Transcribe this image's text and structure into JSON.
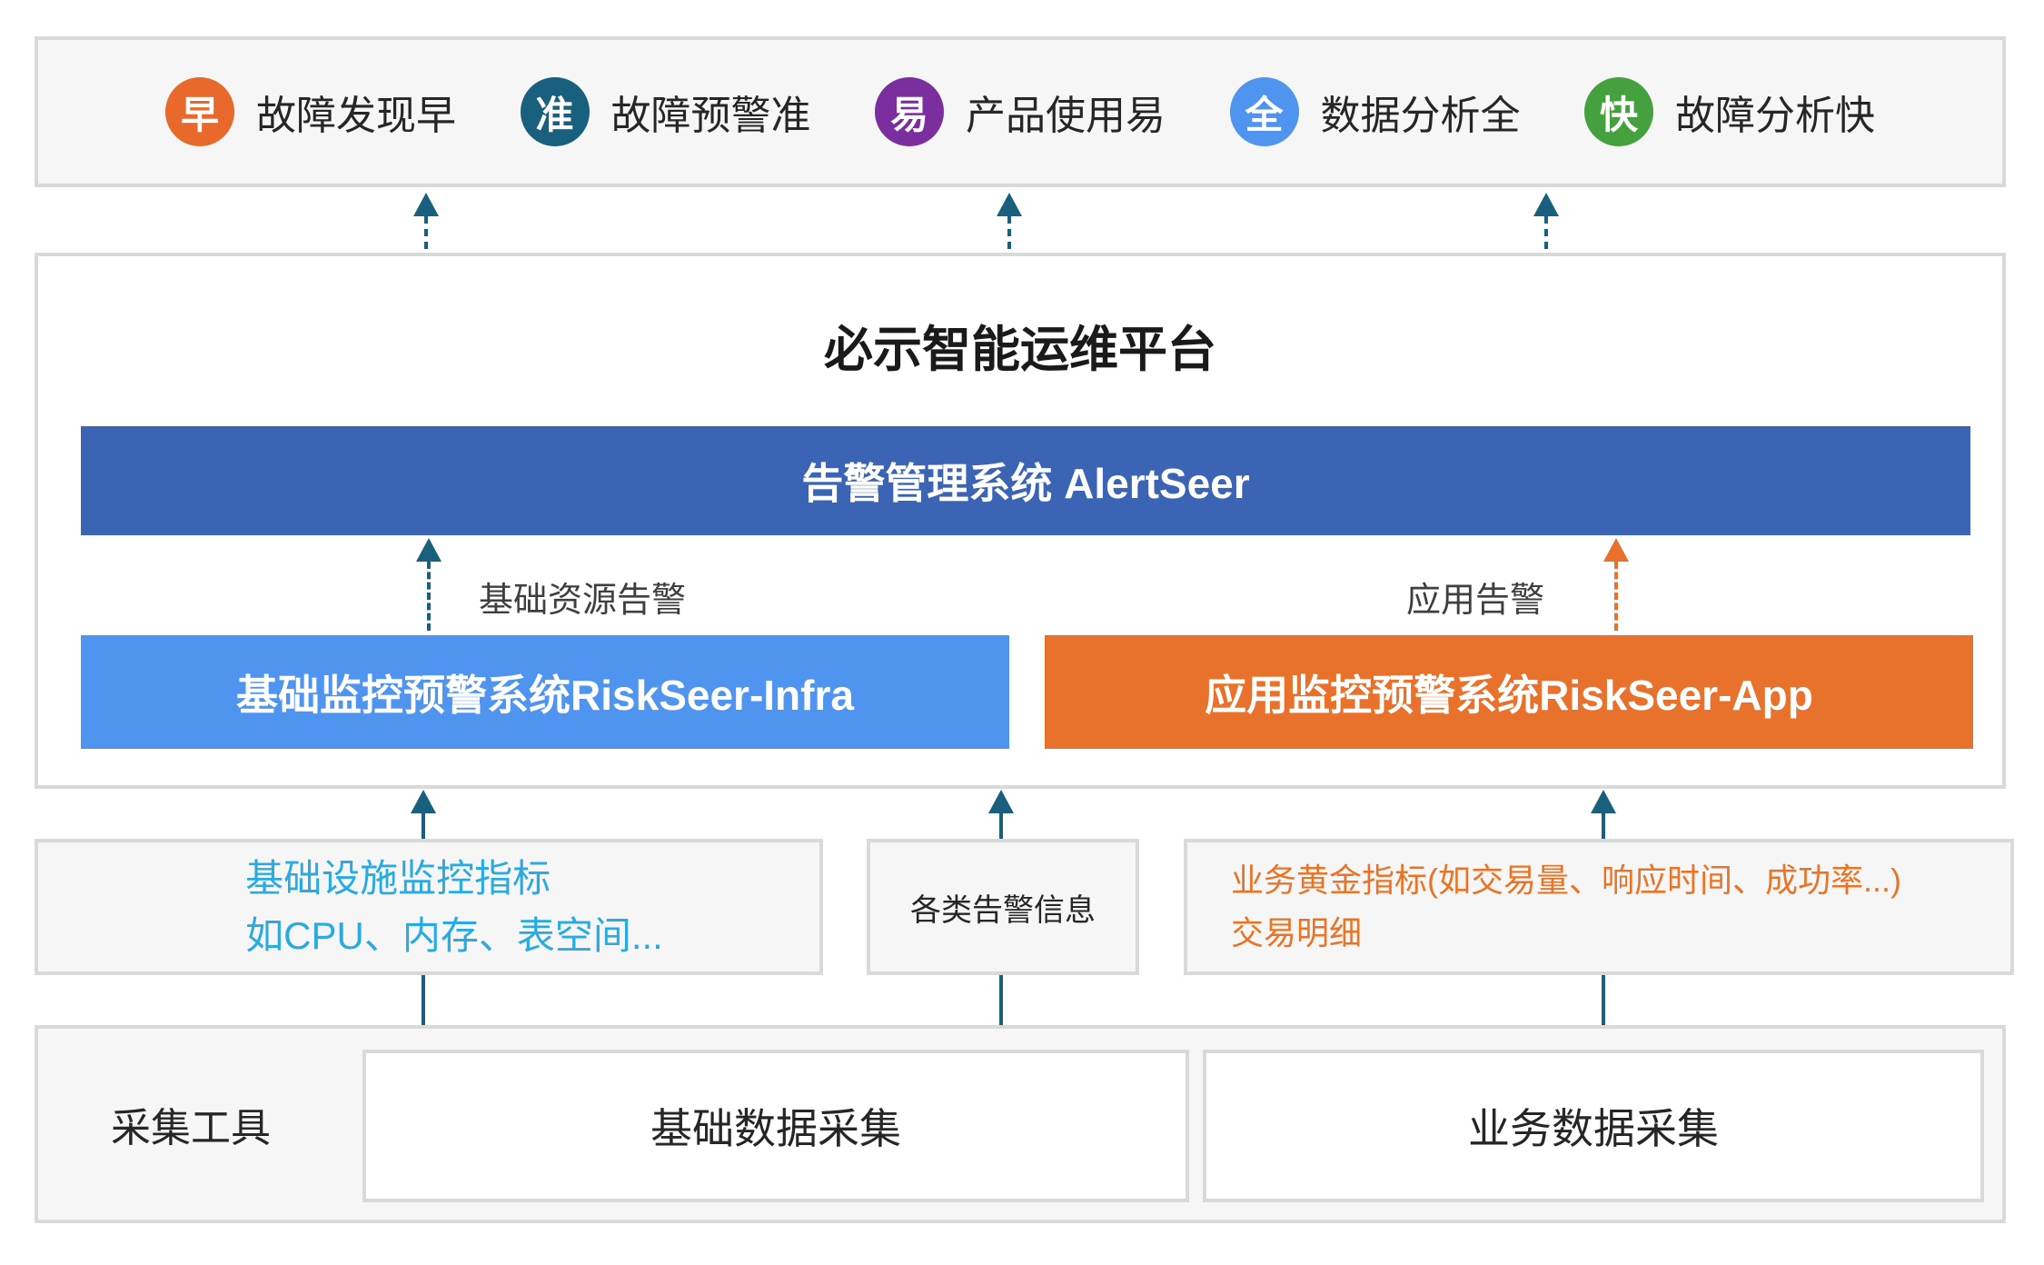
{
  "features": [
    {
      "badge": "早",
      "label": "故障发现早",
      "color": "#e8692b"
    },
    {
      "badge": "准",
      "label": "故障预警准",
      "color": "#19607f"
    },
    {
      "badge": "易",
      "label": "产品使用易",
      "color": "#7b2f9f"
    },
    {
      "badge": "全",
      "label": "数据分析全",
      "color": "#4f95ef"
    },
    {
      "badge": "快",
      "label": "故障分析快",
      "color": "#44a13d"
    }
  ],
  "platform": {
    "title": "必示智能运维平台",
    "alert_system": "告警管理系统 AlertSeer",
    "infra_alert_label": "基础资源告警",
    "app_alert_label": "应用告警",
    "infra_system": "基础监控预警系统RiskSeer-Infra",
    "app_system": "应用监控预警系统RiskSeer-App"
  },
  "data_sources": {
    "infra_metrics_line1": "基础设施监控指标",
    "infra_metrics_line2": "如CPU、内存、表空间...",
    "alerts": "各类告警信息",
    "business_metrics_line1": "业务黄金指标(如交易量、响应时间、成功率...)",
    "business_metrics_line2": "交易明细"
  },
  "collection": {
    "label": "采集工具",
    "infra_box": "基础数据采集",
    "business_box": "业务数据采集"
  },
  "colors": {
    "border-gray": "#d9d9d9",
    "panel-light": "#f6f6f6",
    "alertseer-blue": "#3c64b4",
    "infra-blue": "#4f95ef",
    "app-orange": "#e8722c",
    "arrow-teal": "#19607f",
    "infra-text-cyan": "#29abe2",
    "business-text-orange": "#e87527",
    "text-dark": "#262626"
  }
}
